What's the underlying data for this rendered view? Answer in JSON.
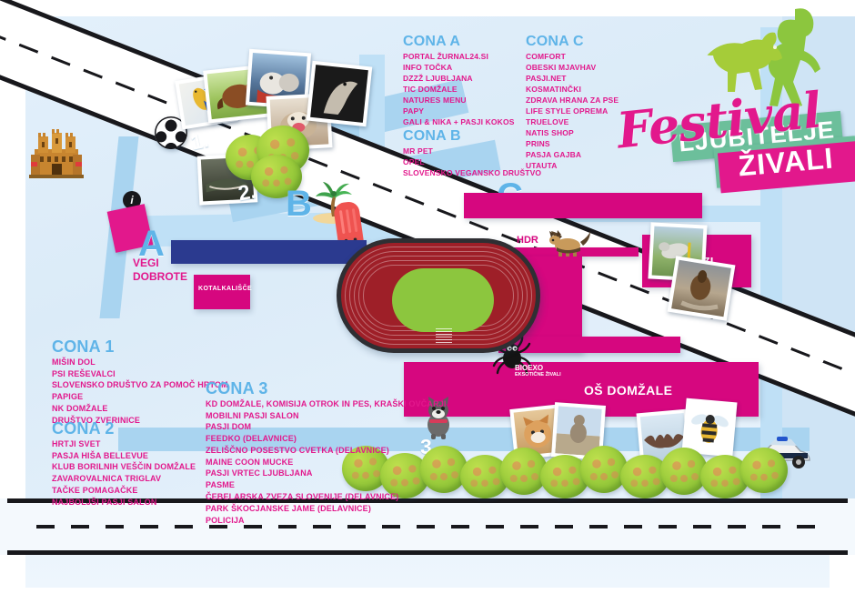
{
  "map": {
    "title": "Festival ljubiteljev živali — map of zones",
    "colors": {
      "magenta": "#d6077f",
      "magenta_text": "#e2188c",
      "heading_blue": "#5fb4e8",
      "path_blue": "#a9d4f0",
      "land": "#e3f0fb",
      "navy": "#2b3a8f",
      "green": "#8cc63e",
      "teal": "#6cbf9b",
      "road_black": "#18181c"
    }
  },
  "logo": {
    "word_festival": "Festival",
    "word_ljubitelje": "LJUBITELJE",
    "word_zivali": "ŽIVALI"
  },
  "zone_columns": [
    {
      "id": "cona-a",
      "heading": "CONA A",
      "items": [
        "PORTAL ŽURNAL24.SI",
        "INFO TOČKA",
        "DZZŽ LJUBLJANA",
        "TIC DOMŽALE",
        "NATURES MENU",
        "PAPY",
        "GALI & NIKA + PASJI KOKOS"
      ]
    },
    {
      "id": "cona-b",
      "heading": "CONA B",
      "items": [
        "MR PET",
        "OPEL",
        "SLOVENSKO VEGANSKO DRUŠTVO"
      ]
    },
    {
      "id": "cona-c",
      "heading": "CONA C",
      "items": [
        "COMFORT",
        "OBESKI MJAVHAV",
        "PASJI.NET",
        "KOSMATINČKI",
        "ZDRAVA HRANA ZA PSE",
        "LIFE STYLE OPREMA",
        "TRUELOVE",
        "NATIS SHOP",
        "PRINS",
        "PASJA GAJBA",
        "UTAUTA"
      ]
    },
    {
      "id": "cona-1",
      "heading": "CONA 1",
      "items": [
        "MIŠIN DOL",
        "PSI REŠEVALCI",
        "SLOVENSKO DRUŠTVO ZA POMOČ HRTOM",
        "PAPIGE",
        "NK DOMŽALE",
        "DRUŠTVO ZVERINICE"
      ]
    },
    {
      "id": "cona-2",
      "heading": "CONA 2",
      "items": [
        "HRTJI SVET",
        "PASJA HIŠA BELLEVUE",
        "KLUB BORILNIH VEŠČIN DOMŽALE",
        "ZAVAROVALNICA TRIGLAV",
        "TAČKE POMAGAČKE",
        "NAJBOLJŠI PASJI SALON"
      ]
    },
    {
      "id": "cona-3",
      "heading": "CONA 3",
      "items": [
        "KD DOMŽALE, KOMISIJA OTROK IN PES, KRAŠKI OVČARJI",
        "MOBILNI PASJI SALON",
        "PASJI DOM",
        "FEEDKO (DELAVNICE)",
        "ZELIŠČNO POSESTVO CVETKA (DELAVNICE)",
        "MAINE COON MUCKE",
        "PASJI VRTEC LJUBLJANA",
        "PASME",
        "ČEBELARSKA ZVEZA SLOVENIJE (DELAVNICE)",
        "PARK ŠKOCJANSKE JAME (DELAVNICE)",
        "POLICIJA"
      ]
    }
  ],
  "map_labels": {
    "zone_a": "A",
    "zone_b": "B",
    "zone_c": "C",
    "step_1": "1.",
    "step_2": "2.",
    "step_3": "3.",
    "vegi_line1": "VEGI",
    "vegi_line2": "DOBROTE",
    "kotalkalisce": "KOTALKALIŠČE",
    "hdr": "HDR",
    "prikazi": "PRIKAZI",
    "os_domzale": "OŠ DOMŽALE",
    "bioexo_line1": "BIOEXO",
    "bioexo_line2": "EKSOTIČNE ŽIVALI",
    "info_pin": "i"
  },
  "icons": [
    "castle-icon",
    "info-pin-icon",
    "soccer-ball-icon",
    "palm-tree-icon",
    "popsicle-icon",
    "spider-icon",
    "german-shepherd-icon",
    "french-bulldog-icon",
    "police-car-icon",
    "bat-icon",
    "bee-icon",
    "tree-icon"
  ],
  "photos": [
    {
      "name": "photo-parrot",
      "subject": "blue macaw parrot"
    },
    {
      "name": "photo-horse",
      "subject": "brown horse"
    },
    {
      "name": "photo-husky",
      "subject": "husky dogs"
    },
    {
      "name": "photo-ferret",
      "subject": "ferret"
    },
    {
      "name": "photo-greyhound",
      "subject": "greyhound portrait"
    },
    {
      "name": "photo-crocodile",
      "subject": "crocodile"
    },
    {
      "name": "photo-agility-dog",
      "subject": "dog jumping agility"
    },
    {
      "name": "photo-dust-horse",
      "subject": "horse in dust"
    },
    {
      "name": "photo-cat",
      "subject": "ginger cat"
    },
    {
      "name": "photo-poodle",
      "subject": "poodle on beach"
    },
    {
      "name": "photo-bat",
      "subject": "bat"
    },
    {
      "name": "photo-bee",
      "subject": "bumblebee"
    }
  ]
}
